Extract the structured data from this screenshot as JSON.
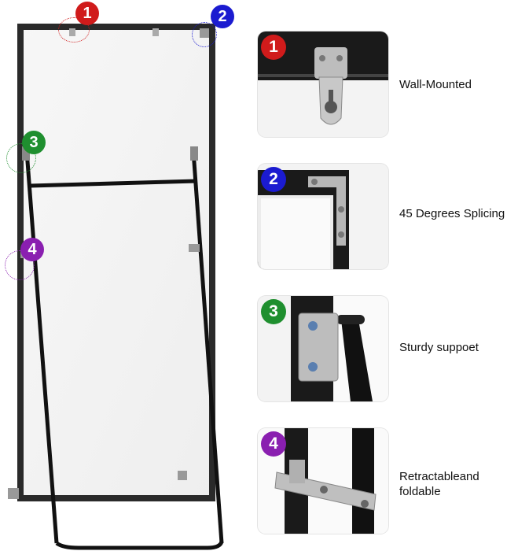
{
  "badges": [
    "1",
    "2",
    "3",
    "4"
  ],
  "badge_colors": [
    "#d01b1b",
    "#1b1bd0",
    "#1f8f2f",
    "#8a1fb0"
  ],
  "features": [
    {
      "number": "1",
      "label": "Wall-Mounted"
    },
    {
      "number": "2",
      "label": "45 Degrees Splicing"
    },
    {
      "number": "3",
      "label": "Sturdy suppoet"
    },
    {
      "number": "4",
      "label": "Retractableand foldable"
    }
  ]
}
